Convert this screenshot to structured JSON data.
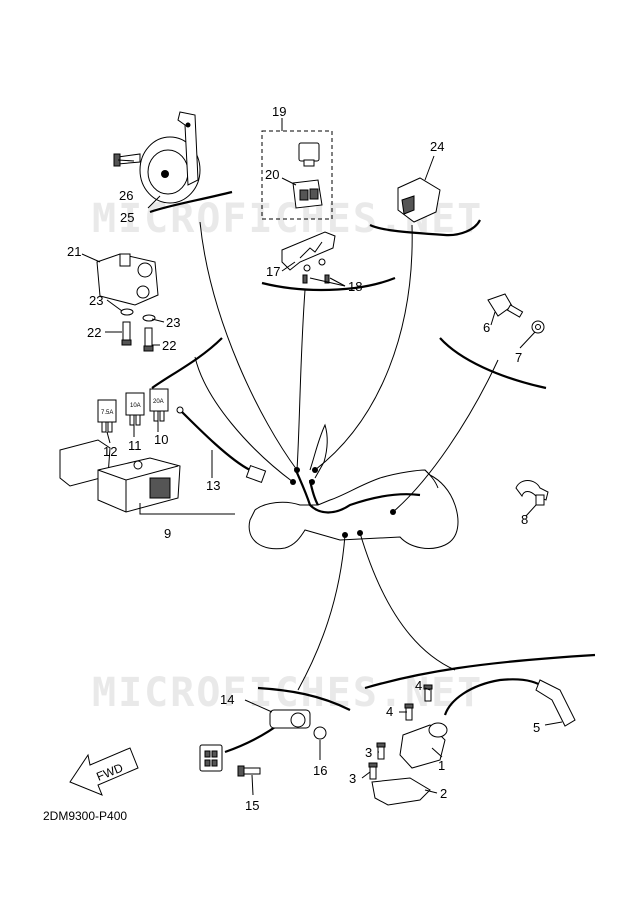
{
  "watermark": "MICROFICHES.NET",
  "diagram_code": "2DM9300-P400",
  "fwd_label": "FWD",
  "fuse_ratings": [
    "7.5A",
    "10A",
    "20A"
  ],
  "callouts": [
    "1",
    "2",
    "3",
    "3",
    "4",
    "4",
    "5",
    "6",
    "7",
    "8",
    "9",
    "10",
    "11",
    "12",
    "13",
    "14",
    "15",
    "16",
    "17",
    "18",
    "19",
    "20",
    "21",
    "22",
    "22",
    "23",
    "23",
    "24",
    "25",
    "26"
  ]
}
